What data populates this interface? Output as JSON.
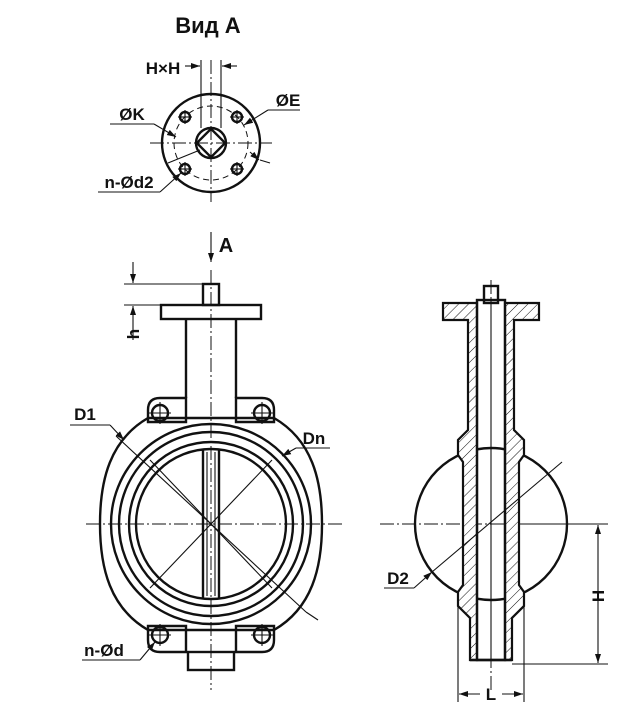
{
  "view": {
    "title": "Вид А"
  },
  "labels": {
    "hxh": "H×H",
    "dia_k": "ØK",
    "dia_e": "ØE",
    "n_d2": "n-Ød2",
    "arrow_a": "A",
    "h_small": "h",
    "d1": "D1",
    "dn": "Dn",
    "n_d": "n-Ød",
    "d2": "D2",
    "h_big": "H",
    "l": "L"
  },
  "colors": {
    "line": "#111111",
    "background": "#ffffff"
  }
}
